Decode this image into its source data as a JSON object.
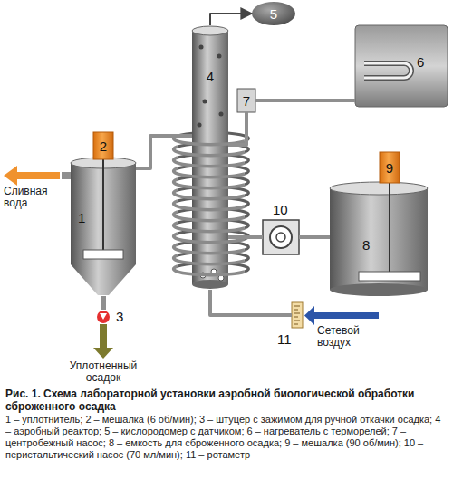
{
  "diagram": {
    "caption": "Рис. 1. Схема лабораторной установки аэробной биологической обработки сброженного осадка",
    "nodes": [
      {
        "text": [
          "1"
        ]
      },
      {
        "text": [
          "2"
        ]
      },
      {
        "text": [
          "3"
        ]
      },
      {
        "text": [
          "4"
        ]
      },
      {
        "text": [
          "5"
        ]
      },
      {
        "text": [
          "6"
        ]
      },
      {
        "text": [
          "7"
        ]
      },
      {
        "text": [
          "8"
        ]
      },
      {
        "text": [
          "9"
        ]
      },
      {
        "text": [
          "10"
        ]
      },
      {
        "text": [
          "11"
        ]
      }
    ],
    "edges": [
      {
        "from": 3,
        "to": 0,
        "arrow": "none"
      },
      {
        "from": 3,
        "to": 4,
        "arrow": "to"
      },
      {
        "from": 5,
        "to": 6,
        "arrow": "none"
      },
      {
        "from": 6,
        "to": 3,
        "arrow": "none"
      },
      {
        "from": 7,
        "to": 9,
        "arrow": "none"
      },
      {
        "from": 9,
        "to": 3,
        "arrow": "none"
      },
      {
        "from": 10,
        "to": 3,
        "arrow": "none"
      },
      {
        "from": 0,
        "to": 2,
        "arrow": "none"
      }
    ],
    "labels": [
      "Сливная вода",
      "Уплотненный осадок",
      "Сетевой воздух",
      "1 – уплотнитель; 2 – мешалка (6 об/мин); 3 – штуцер с зажимом для ручной откачки осадка; 4 – аэробный реактор; 5 – кислородомер с датчиком; 6 – нагреватель с терморелей; 7 – центробежный насос; 8 – емкость для сброженного осадка; 9 – мешалка (90 об/мин); 10 – перистальтический насос (70 мл/мин); 11 – ротаметр"
    ]
  }
}
